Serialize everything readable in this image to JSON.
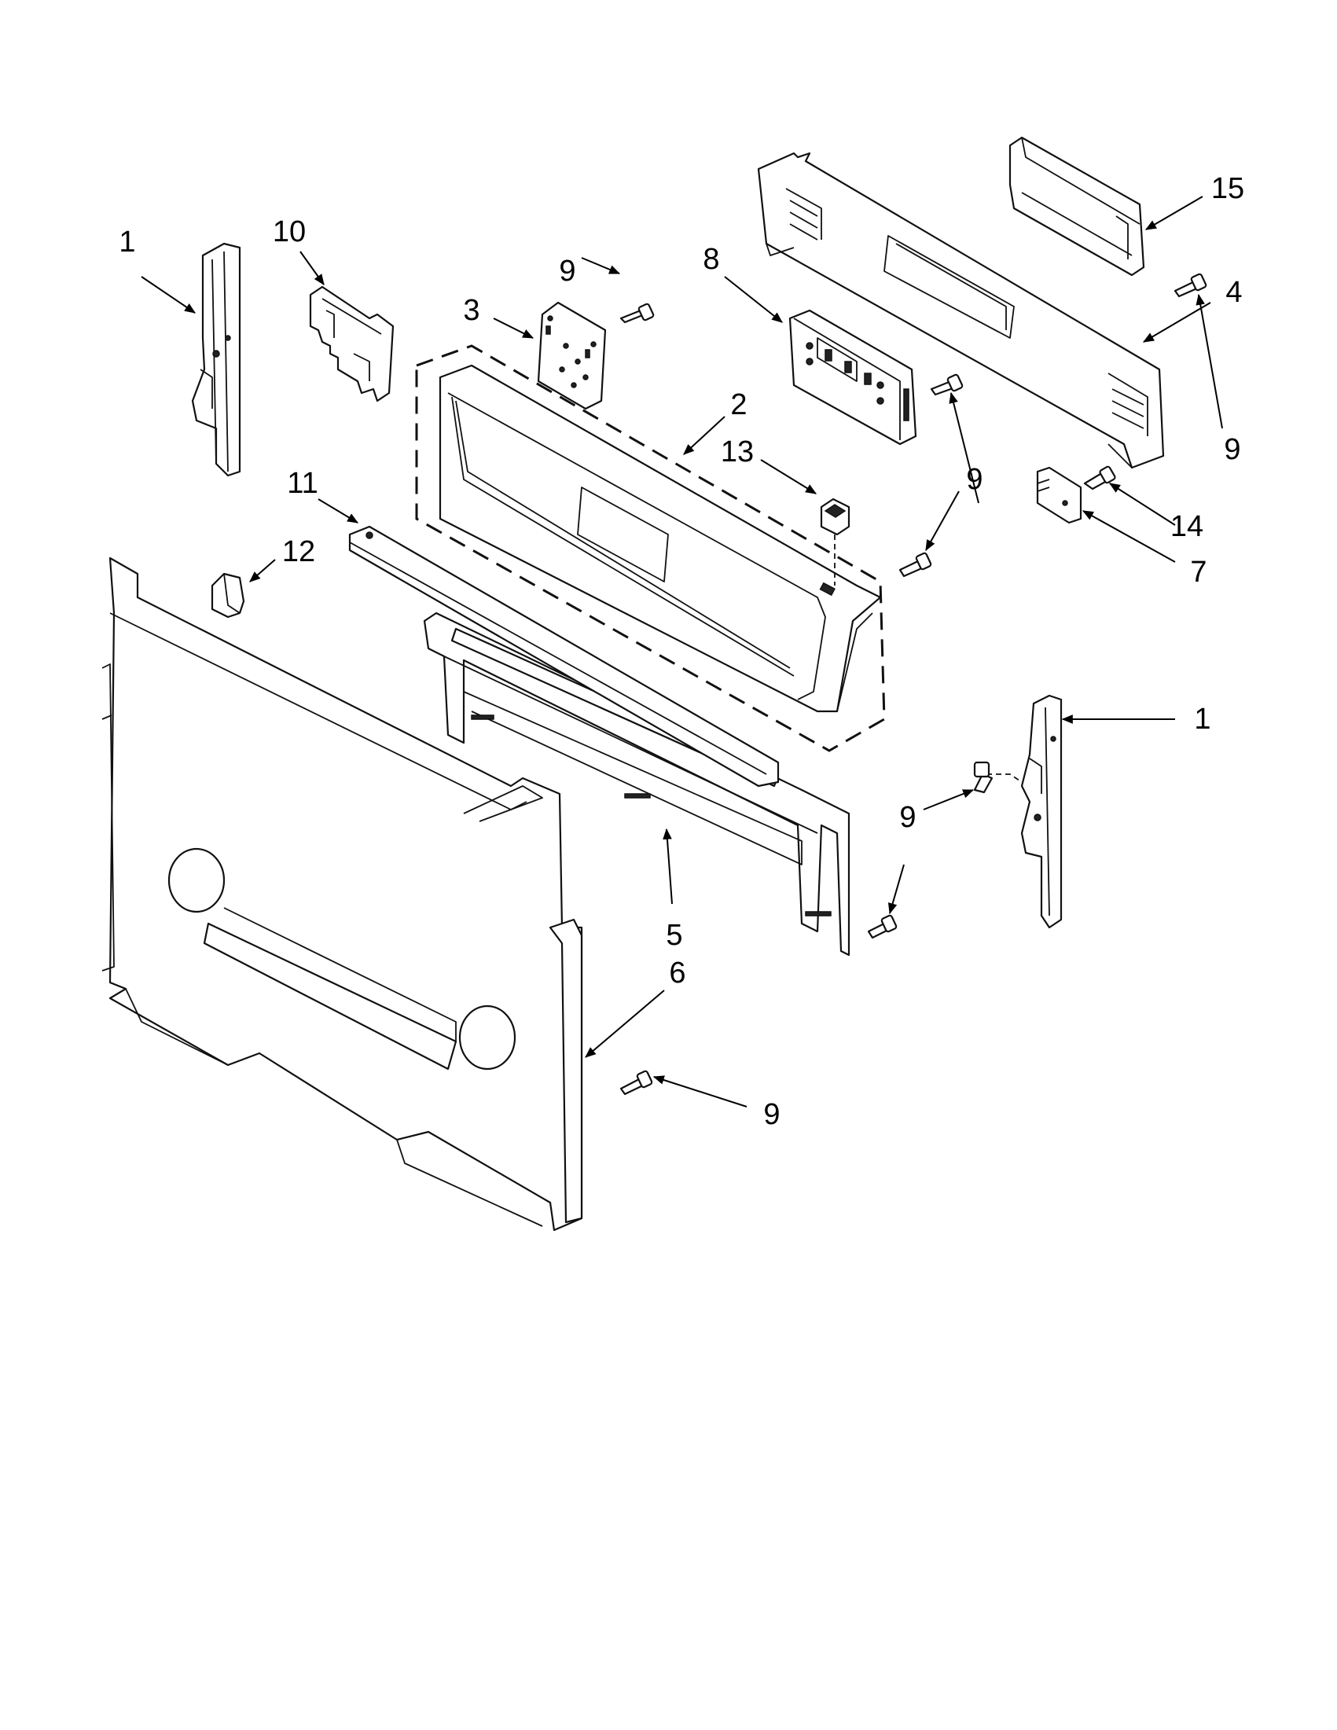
{
  "diagram": {
    "callouts": [
      {
        "id": "c1a",
        "label": "1"
      },
      {
        "id": "c10",
        "label": "10"
      },
      {
        "id": "c9a",
        "label": "9"
      },
      {
        "id": "c3",
        "label": "3"
      },
      {
        "id": "c8",
        "label": "8"
      },
      {
        "id": "c15",
        "label": "15"
      },
      {
        "id": "c4",
        "label": "4"
      },
      {
        "id": "c9b",
        "label": "9"
      },
      {
        "id": "c2",
        "label": "2"
      },
      {
        "id": "c13",
        "label": "13"
      },
      {
        "id": "c9c",
        "label": "9"
      },
      {
        "id": "c11",
        "label": "11"
      },
      {
        "id": "c14",
        "label": "14"
      },
      {
        "id": "c9d",
        "label": "9"
      },
      {
        "id": "c7",
        "label": "7"
      },
      {
        "id": "c12",
        "label": "12"
      },
      {
        "id": "c1b",
        "label": "1"
      },
      {
        "id": "c9e",
        "label": "9"
      },
      {
        "id": "c5",
        "label": "5"
      },
      {
        "id": "c6",
        "label": "6"
      },
      {
        "id": "c9f",
        "label": "9"
      }
    ]
  }
}
